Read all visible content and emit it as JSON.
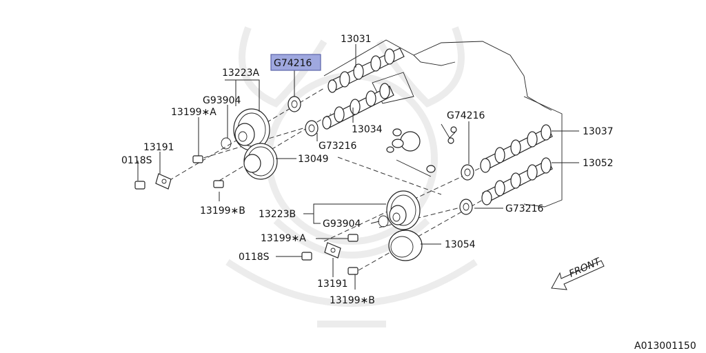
{
  "labels": {
    "p13031": "13031",
    "p13223a": "13223A",
    "g74216_highlight": "G74216",
    "g93904_a": "G93904",
    "p13199a_top": "13199∗A",
    "p13191_top": "13191",
    "p0118s_top": "0118S",
    "p13049": "13049",
    "p13199b_top": "13199∗B",
    "p13034": "13034",
    "g73216_top": "G73216",
    "g74216_right": "G74216",
    "p13037": "13037",
    "p13052": "13052",
    "p13223b": "13223B",
    "g93904_b": "G93904",
    "p13199a_bottom": "13199∗A",
    "p0118s_bottom": "0118S",
    "p13191_bottom": "13191",
    "p13199b_bottom": "13199∗B",
    "p13054": "13054",
    "g73216_right": "G73216",
    "front": "FRONT"
  },
  "diagram_code": "A013001150",
  "colors": {
    "highlight": "#9fa8df",
    "line": "#222222",
    "watermark": "#ececec"
  }
}
